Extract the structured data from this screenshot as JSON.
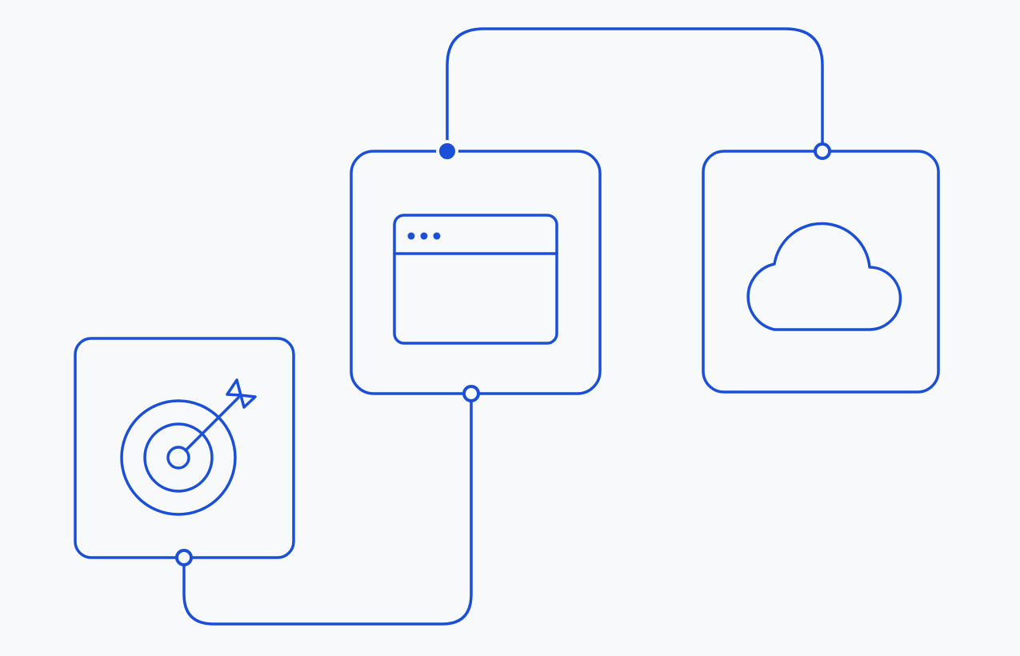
{
  "diagram": {
    "colors": {
      "background": "#f8f9fb",
      "stroke": "#1a4fd6",
      "node_fill": "#f8f9fb"
    },
    "nodes": [
      {
        "id": "target",
        "icon": "target-icon"
      },
      {
        "id": "browser",
        "icon": "browser-window-icon"
      },
      {
        "id": "cloud",
        "icon": "cloud-icon"
      }
    ],
    "connectors": [
      {
        "from": "target",
        "to": "browser"
      },
      {
        "from": "browser",
        "to": "cloud"
      }
    ]
  }
}
